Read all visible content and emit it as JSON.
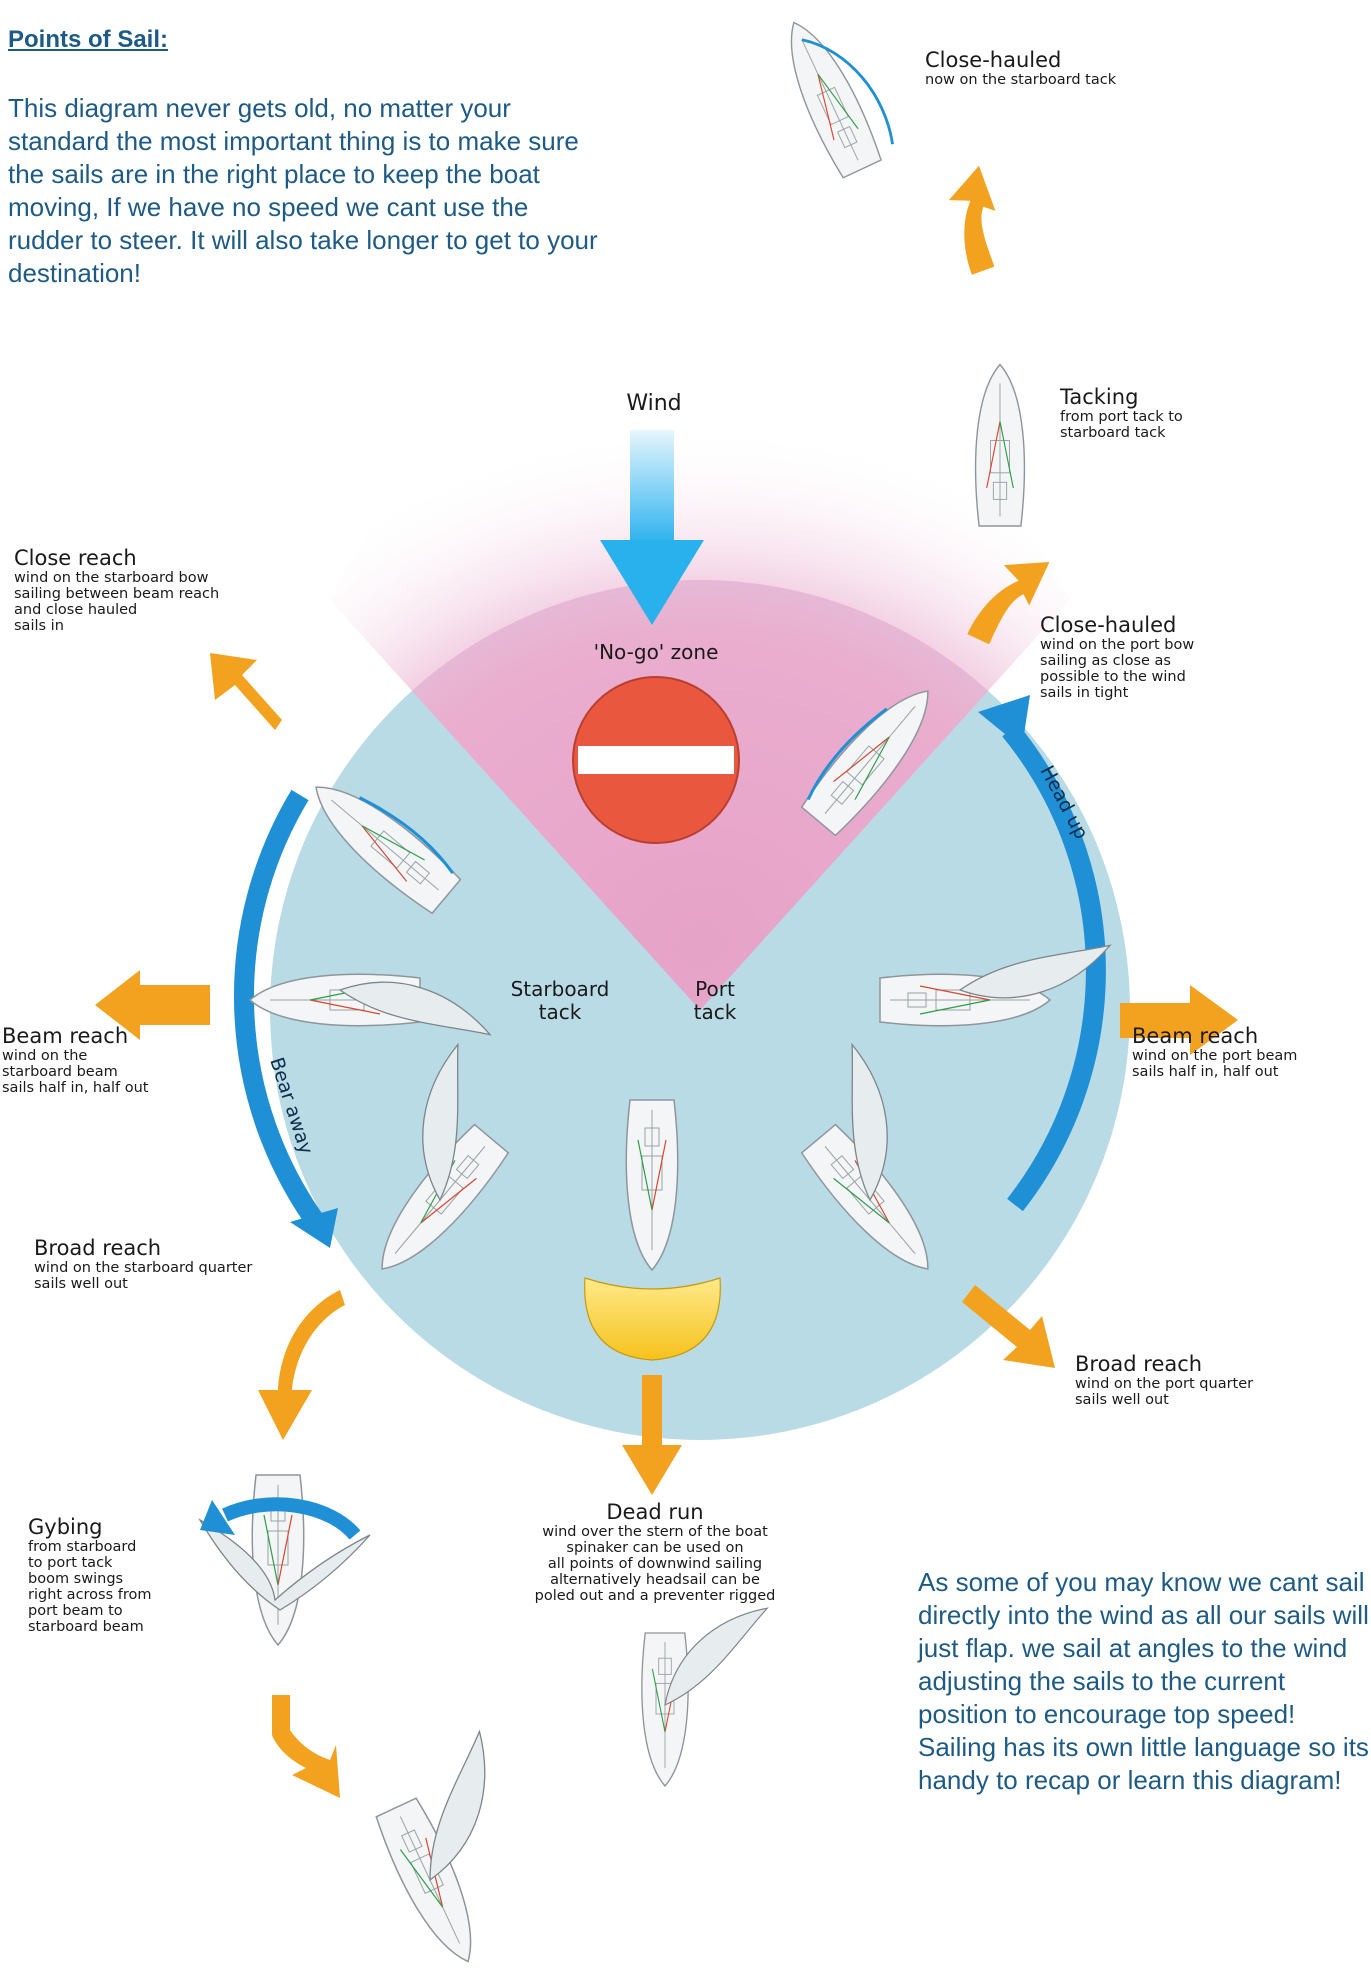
{
  "intro": {
    "title": "Points of Sail:",
    "body": "This diagram never gets old, no matter your standard the most important thing is to make sure the sails are in the right place to keep the boat moving, If we have no speed we cant use the rudder to steer. It will also take longer to get to your destination!"
  },
  "note": "As some of you may know we cant sail directly into the wind as all our sails will just flap. we sail at angles to the wind adjusting the sails to the current position to encourage top speed! Sailing has its own little language so its handy to recap or learn this diagram!",
  "wind_label": "Wind",
  "no_go_label": "'No-go' zone",
  "starboard_tack": "Starboard\ntack",
  "port_tack": "Port\ntack",
  "head_up": "Head up",
  "bear_away": "Bear away",
  "points": {
    "close_hauled_top": {
      "title": "Close-hauled",
      "sub": "now on the starboard tack"
    },
    "tacking": {
      "title": "Tacking",
      "sub": "from port tack to\nstarboard tack"
    },
    "close_hauled_port": {
      "title": "Close-hauled",
      "sub": "wind on the port bow\nsailing as close as\npossible to the wind\nsails in tight"
    },
    "close_reach": {
      "title": "Close reach",
      "sub": "wind on the starboard bow\nsailing between beam reach\nand close hauled\nsails in"
    },
    "beam_reach_stbd": {
      "title": "Beam reach",
      "sub": "wind on the\nstarboard beam\nsails half in, half out"
    },
    "beam_reach_port": {
      "title": "Beam reach",
      "sub": "wind on the port beam\nsails half in, half out"
    },
    "broad_reach_stbd": {
      "title": "Broad reach",
      "sub": "wind on the starboard quarter\nsails well out"
    },
    "broad_reach_port": {
      "title": "Broad reach",
      "sub": "wind on the port quarter\nsails well out"
    },
    "dead_run": {
      "title": "Dead run",
      "sub": "wind over the stern of the boat\nspinaker can be used on\nall points of downwind sailing\nalternatively headsail can be\npoled out and a preventer rigged"
    },
    "gybing": {
      "title": "Gybing",
      "sub": "from starboard\nto port tack\nboom swings\nright across from\nport beam to\nstarboard beam"
    }
  },
  "colors": {
    "water": "#b9dbe6",
    "no_go": "#e9a9cc",
    "arrow_orange": "#f2a21f",
    "arrow_blue": "#1f8fd6",
    "wind_blue": "#39b9ef",
    "no_entry_red": "#e9573f",
    "text_blue": "#1d5b86"
  }
}
